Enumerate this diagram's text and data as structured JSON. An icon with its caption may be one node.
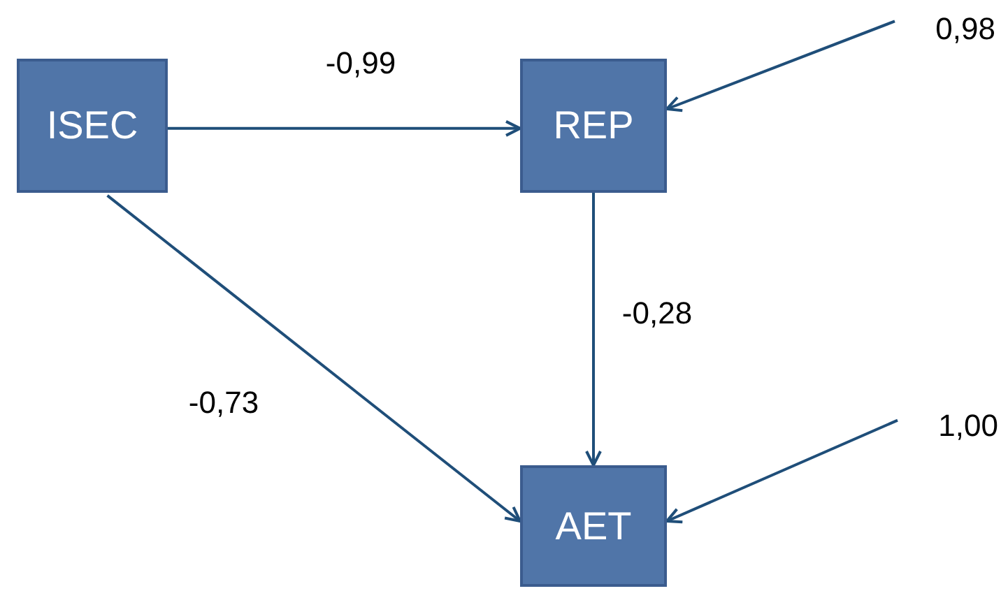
{
  "diagram": {
    "nodes": [
      {
        "text": [
          "ISEC"
        ]
      },
      {
        "text": [
          "REP"
        ]
      },
      {
        "text": [
          "0,98"
        ]
      },
      {
        "text": [
          "AET"
        ]
      },
      {
        "text": [
          "1,00"
        ]
      }
    ],
    "edges": [
      {
        "from": 0,
        "to": 1,
        "arrow": "to",
        "label": "-0,99"
      },
      {
        "from": 2,
        "to": 1,
        "arrow": "to"
      },
      {
        "from": 1,
        "to": 3,
        "arrow": "to",
        "label": "-0,28"
      },
      {
        "from": 0,
        "to": 3,
        "arrow": "to",
        "label": "-0,73"
      },
      {
        "from": 4,
        "to": 3,
        "arrow": "to"
      }
    ]
  }
}
